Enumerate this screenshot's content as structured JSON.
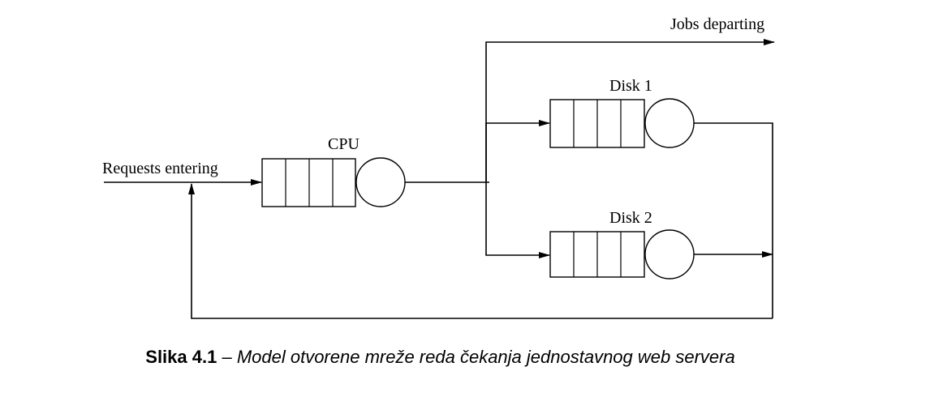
{
  "diagram": {
    "labels": {
      "jobs_departing": "Jobs departing",
      "disk1": "Disk 1",
      "cpu": "CPU",
      "requests_entering": "Requests entering",
      "disk2": "Disk 2"
    }
  },
  "caption": {
    "label": "Slika 4.1",
    "separator": " – ",
    "text": "Model otvorene mreže reda čekanja jednostavnog web servera"
  }
}
